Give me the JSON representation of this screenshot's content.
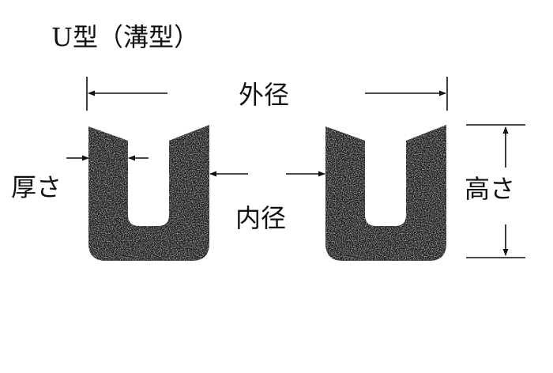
{
  "title": "U型（溝型）",
  "labels": {
    "outer_diameter": "外径",
    "inner_diameter": "内径",
    "thickness": "厚さ",
    "height": "高さ"
  },
  "colors": {
    "profile": "#1a1a1a",
    "profile_texture": "#9a9a9a",
    "line": "#111111"
  }
}
